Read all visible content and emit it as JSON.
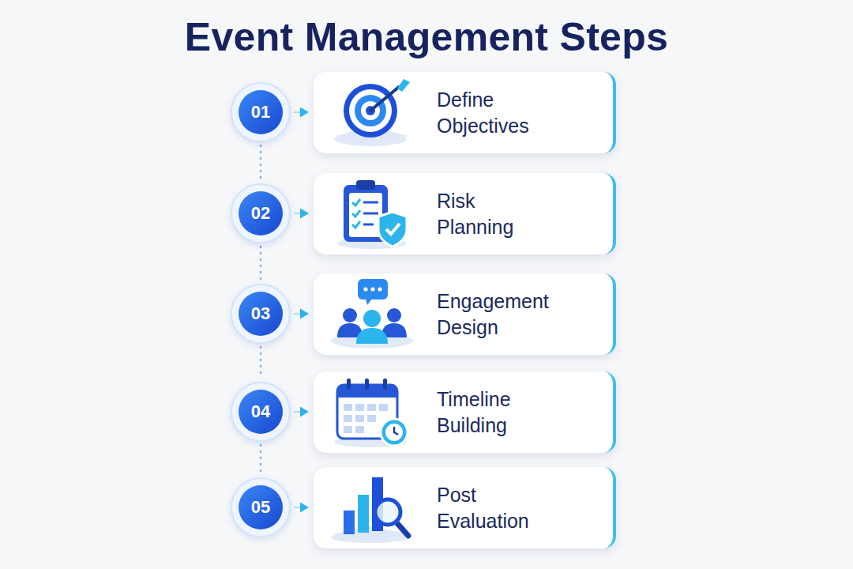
{
  "diagram": {
    "title": "Event Management Steps",
    "nodes": [
      {
        "text": [
          "01"
        ]
      },
      {
        "text": [
          "Define Objectives"
        ]
      },
      {
        "text": [
          "02"
        ]
      },
      {
        "text": [
          "Risk Planning"
        ]
      },
      {
        "text": [
          "03"
        ]
      },
      {
        "text": [
          "Engagement Design"
        ]
      },
      {
        "text": [
          "04"
        ]
      },
      {
        "text": [
          "Timeline Building"
        ]
      },
      {
        "text": [
          "05"
        ]
      },
      {
        "text": [
          "Post Evaluation"
        ]
      }
    ],
    "edges": [
      {
        "from": 0,
        "to": 1,
        "arrow": "to"
      },
      {
        "from": 2,
        "to": 3,
        "arrow": "to"
      },
      {
        "from": 4,
        "to": 5,
        "arrow": "to"
      },
      {
        "from": 6,
        "to": 7,
        "arrow": "to"
      },
      {
        "from": 8,
        "to": 9,
        "arrow": "to"
      },
      {
        "from": 0,
        "to": 2,
        "arrow": "none"
      },
      {
        "from": 2,
        "to": 4,
        "arrow": "none"
      },
      {
        "from": 4,
        "to": 6,
        "arrow": "none"
      },
      {
        "from": 6,
        "to": 8,
        "arrow": "none"
      }
    ]
  }
}
